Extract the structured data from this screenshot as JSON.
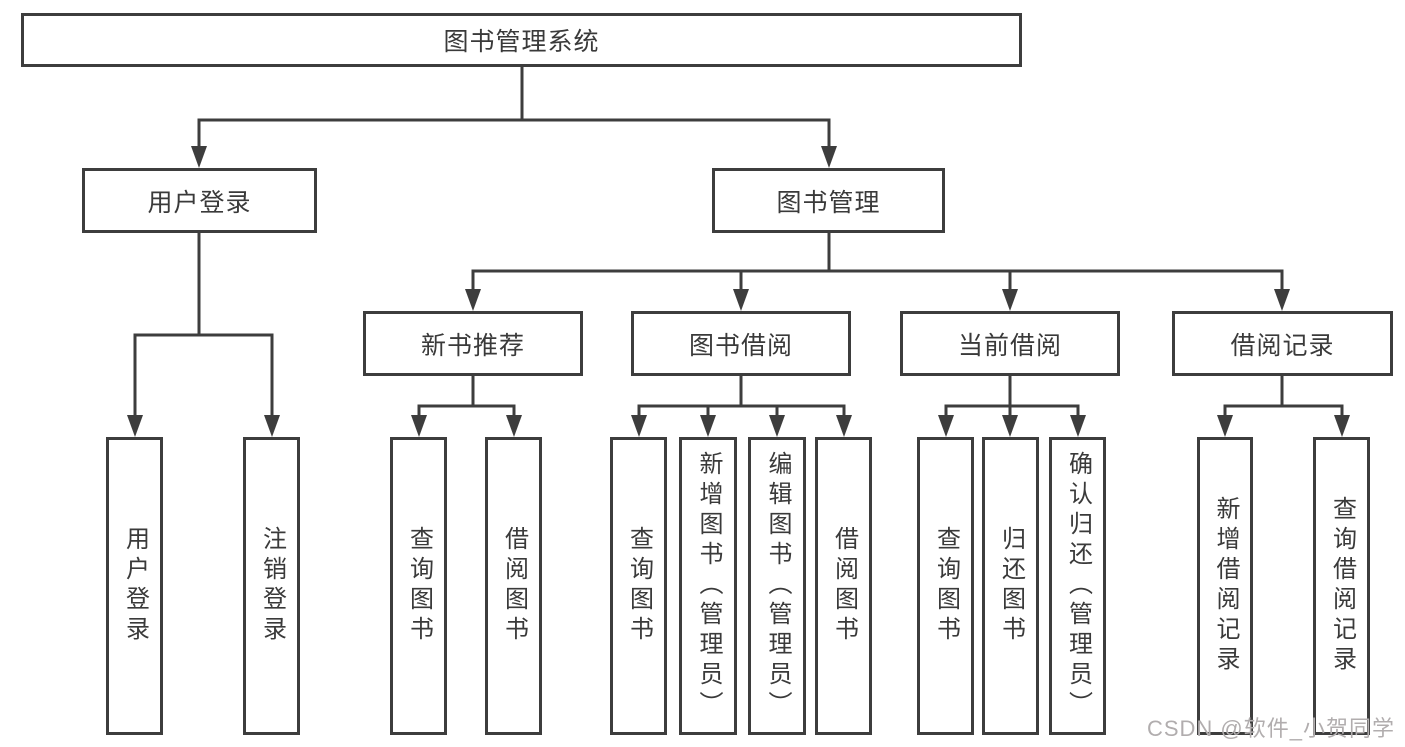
{
  "nodes": {
    "root": "图书管理系统",
    "user_login_group": "用户登录",
    "book_mgmt": "图书管理",
    "new_book_rec": "新书推荐",
    "book_borrow": "图书借阅",
    "current_borrow": "当前借阅",
    "borrow_record": "借阅记录",
    "user_login": "用户登录",
    "logout": "注销登录",
    "rec_query_books": "查询图书",
    "rec_borrow_books": "借阅图书",
    "bb_query_books": "查询图书",
    "bb_add_books": "新增图书（管理员）",
    "bb_edit_books": "编辑图书（管理员）",
    "bb_borrow_books": "借阅图书",
    "cb_query_books": "查询图书",
    "cb_return_books": "归还图书",
    "cb_confirm_return": "确认归还（管理员）",
    "br_add_record": "新增借阅记录",
    "br_query_record": "查询借阅记录"
  },
  "edges": [
    [
      "root",
      "user_login_group"
    ],
    [
      "root",
      "book_mgmt"
    ],
    [
      "user_login_group",
      "user_login"
    ],
    [
      "user_login_group",
      "logout"
    ],
    [
      "book_mgmt",
      "new_book_rec"
    ],
    [
      "book_mgmt",
      "book_borrow"
    ],
    [
      "book_mgmt",
      "current_borrow"
    ],
    [
      "book_mgmt",
      "borrow_record"
    ],
    [
      "new_book_rec",
      "rec_query_books"
    ],
    [
      "new_book_rec",
      "rec_borrow_books"
    ],
    [
      "book_borrow",
      "bb_query_books"
    ],
    [
      "book_borrow",
      "bb_add_books"
    ],
    [
      "book_borrow",
      "bb_edit_books"
    ],
    [
      "book_borrow",
      "bb_borrow_books"
    ],
    [
      "current_borrow",
      "cb_query_books"
    ],
    [
      "current_borrow",
      "cb_return_books"
    ],
    [
      "current_borrow",
      "cb_confirm_return"
    ],
    [
      "borrow_record",
      "br_add_record"
    ],
    [
      "borrow_record",
      "br_query_record"
    ]
  ],
  "watermark": "CSDN @软件_小贺同学",
  "colors": {
    "line": "#3d3d3d",
    "box_border": "#3d3d3d",
    "text": "#3a3a3a",
    "watermark": "#b1adae",
    "background": "#ffffff"
  }
}
